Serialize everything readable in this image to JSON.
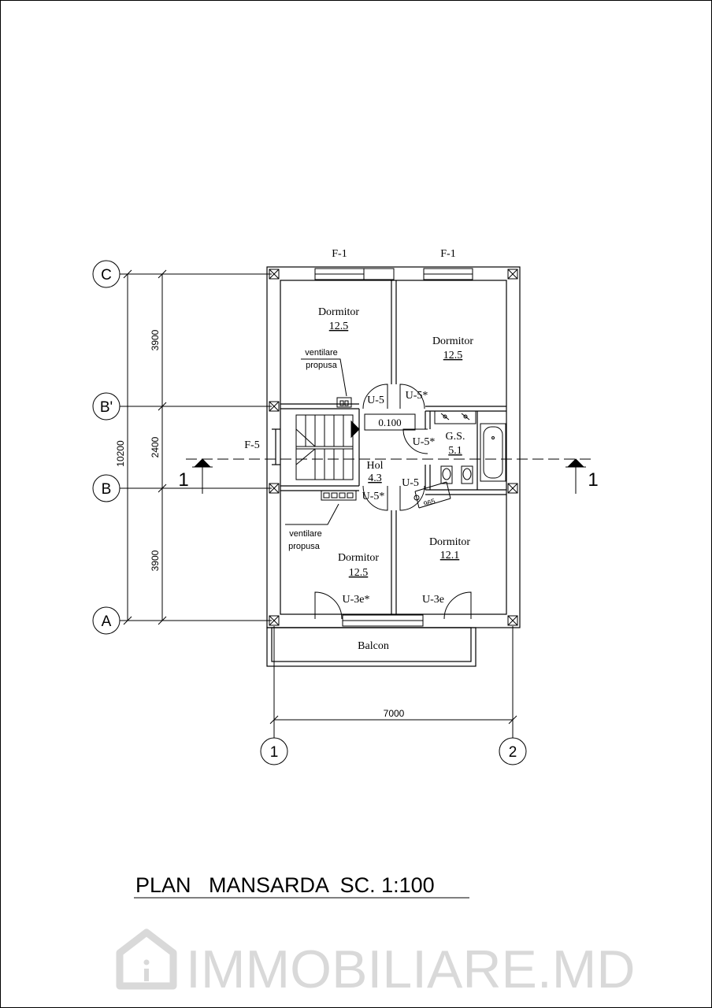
{
  "plan_title": "PLAN   MANSARDA  SC. 1:100",
  "watermark": {
    "text": "IMMOBILIARE.MD",
    "icon": "house-logo-icon",
    "color": "#d9d9d9"
  },
  "grid_axes": {
    "rows": [
      "C",
      "B'",
      "B",
      "A"
    ],
    "columns": [
      "1",
      "2"
    ]
  },
  "dimensions": {
    "vertical_total": "10200",
    "vertical_segments": [
      "3900",
      "2400",
      "3900"
    ],
    "horizontal_total": "7000"
  },
  "section_markers": [
    "1",
    "1"
  ],
  "windows": {
    "top_left": "F-1",
    "top_right": "F-1",
    "stair": "F-5"
  },
  "rooms": {
    "bedroom_nw": {
      "name": "Dormitor",
      "area": "12.5"
    },
    "bedroom_ne": {
      "name": "Dormitor",
      "area": "12.5"
    },
    "bedroom_sw": {
      "name": "Dormitor",
      "area": "12.5"
    },
    "bedroom_se": {
      "name": "Dormitor",
      "area": "12.1"
    },
    "bathroom": {
      "name": "G.S.",
      "area": "5.1"
    },
    "hall": {
      "name": "Hol",
      "area": "4.3"
    },
    "balcony": {
      "name": "Balcon"
    }
  },
  "level_mark": "0.100",
  "doors": {
    "d1": "U-5",
    "d2": "U-5*",
    "d3": "U-5*",
    "d4": "U-5",
    "d5": "U-5*",
    "d6": "U-3e*",
    "d7": "U-3e"
  },
  "notes": {
    "vent_top": [
      "ventilare",
      "propusa"
    ],
    "vent_bottom": [
      "ventilare",
      "propusa"
    ],
    "tub_dim": "965"
  },
  "colors": {
    "line": "#000000",
    "watermark": "#d9d9d9"
  }
}
